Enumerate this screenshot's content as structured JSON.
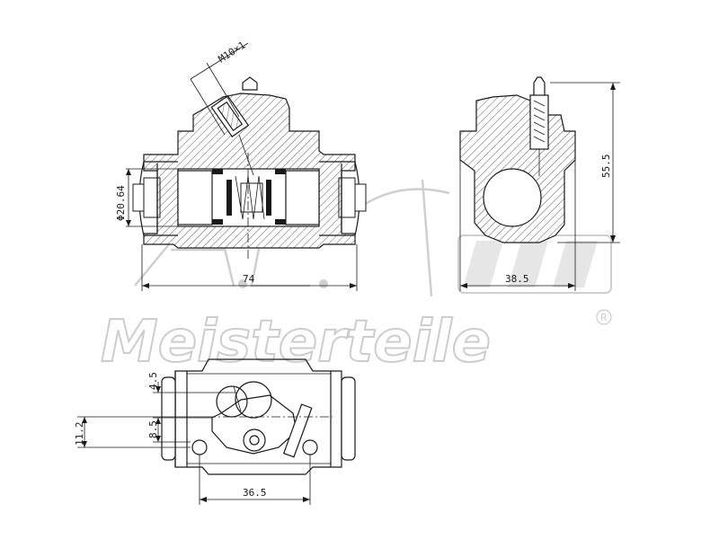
{
  "dimensions": {
    "thread": "M10×1",
    "bore": "Φ20.64",
    "overall_length": "74",
    "height": "55.5",
    "width": "38.5",
    "offset_upper": "4.5",
    "offset_lower": "8.5",
    "hole_height": "11.2",
    "hole_spacing": "36.5"
  },
  "watermark": {
    "initials": "A.L.",
    "brand": "Meisterteile",
    "registered": "R"
  },
  "colors": {
    "line": "#1a1a1a",
    "watermark": "#cdcdcd"
  }
}
